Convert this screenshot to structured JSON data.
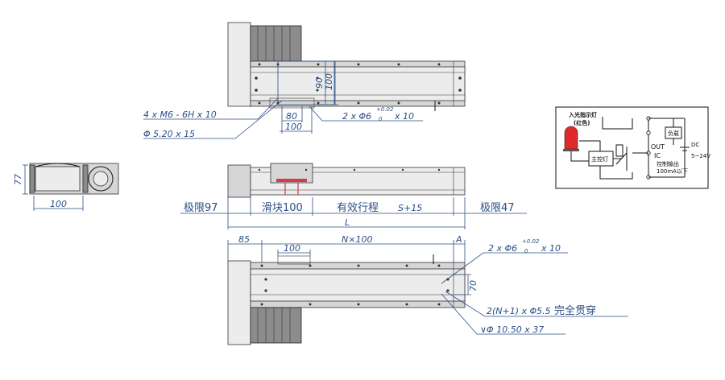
{
  "top_view": {
    "holes_note": "4 x M6 - 6H x 10",
    "counterbore_note": "Φ 5.20 x 15",
    "dim_slider_width": "80",
    "dim_mount_width": "100",
    "dim_height_90": "90",
    "dim_height_100": "100",
    "pin_note_prefix": "2 x Φ6",
    "pin_tol_upper": "+0.02",
    "pin_tol_lower": "0",
    "pin_note_suffix": "x 10"
  },
  "end_view": {
    "dim_height": "77",
    "dim_width": "100"
  },
  "side_view": {
    "limit_left": "极限97",
    "slider": "滑块100",
    "stroke_label": "有效行程",
    "stroke_formula": "S+15",
    "limit_right": "极限47",
    "total_length": "L"
  },
  "bottom_view": {
    "dim_85": "85",
    "dim_nx100": "N×100",
    "dim_A": "A",
    "dim_100": "100",
    "dim_70": "70",
    "pin_note_prefix": "2 x Φ6",
    "pin_tol_upper": "+0.02",
    "pin_tol_lower": "0",
    "pin_note_suffix": "x 10",
    "through_holes": "2(N+1) x Φ5.5",
    "through_holes_cn": "完全贯穿",
    "counterbore": "∨Φ 10.50 x 37"
  },
  "wiring": {
    "indicator": "入光指示灯",
    "indicator_sub": "(红色)",
    "main_circuit": "主控灯",
    "load": "负载",
    "out": "OUT",
    "ic": "IC",
    "dc": "DC",
    "voltage": "5~24V",
    "output_note": "控制输出",
    "current_note": "100mA以下"
  }
}
